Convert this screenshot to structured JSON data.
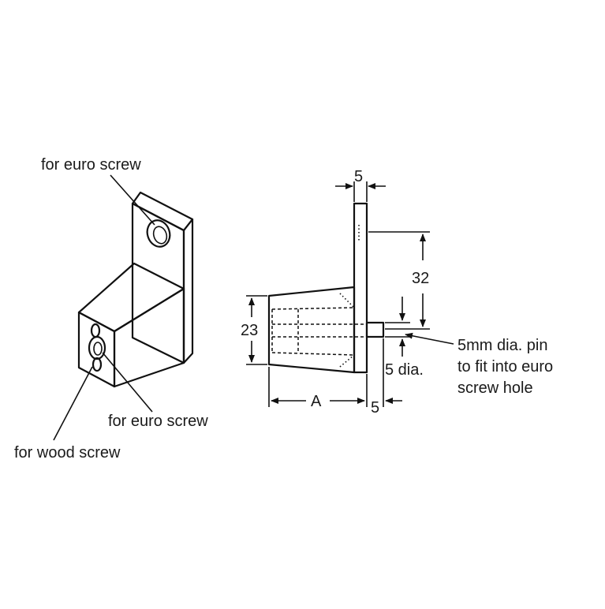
{
  "iso_view": {
    "labels": {
      "euro_screw_top": "for euro screw",
      "euro_screw_front": "for euro screw",
      "wood_screw": "for wood screw"
    }
  },
  "side_view": {
    "dimensions": {
      "plate_thickness": "5",
      "pin_offset": "32",
      "body_height": "23",
      "length": "A",
      "pin_length": "5",
      "pin_diameter": "5 dia."
    },
    "callout": {
      "line1": "5mm dia. pin",
      "line2": "to fit into euro",
      "line3": "screw hole"
    }
  }
}
